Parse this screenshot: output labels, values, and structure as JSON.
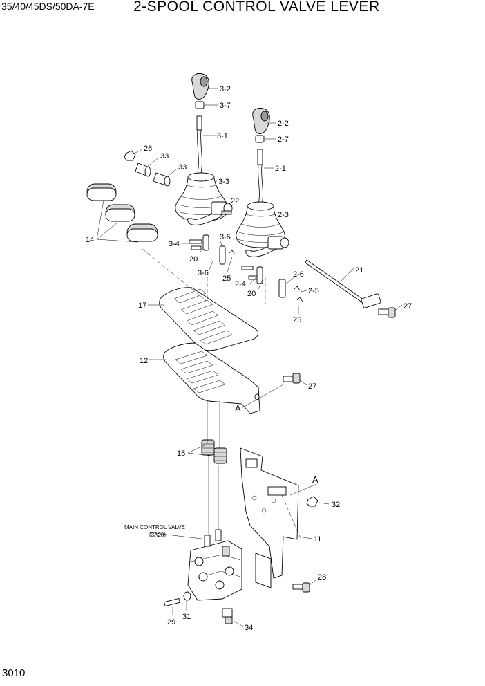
{
  "header": {
    "model": "35/40/45DS/50DA-7E",
    "title": "2-SPOOL CONTROL VALVE LEVER"
  },
  "page_number": "3010",
  "notes": {
    "main_control_valve": "MAIN CONTROL VALVE",
    "main_control_valve_ref": "(3A20)"
  },
  "callouts": {
    "c3_2": "3-2",
    "c3_7": "3-7",
    "c3_1": "3-1",
    "c3_3": "3-3",
    "c3_4": "3-4",
    "c3_5": "3-5",
    "c3_6": "3-6",
    "c2_2": "2-2",
    "c2_7": "2-7",
    "c2_1": "2-1",
    "c2_3": "2-3",
    "c2_4": "2-4",
    "c2_5": "2-5",
    "c2_6": "2-6",
    "c26": "26",
    "c33a": "33",
    "c33b": "33",
    "c22": "22",
    "c14": "14",
    "c20a": "20",
    "c20b": "20",
    "c25a": "25",
    "c25b": "25",
    "c21": "21",
    "c27a": "27",
    "c27b": "27",
    "c17": "17",
    "c12": "12",
    "cA1": "A",
    "cA2": "A",
    "c15": "15",
    "c32": "32",
    "c11": "11",
    "c28": "28",
    "c29": "29",
    "c31": "31",
    "c34": "34"
  }
}
